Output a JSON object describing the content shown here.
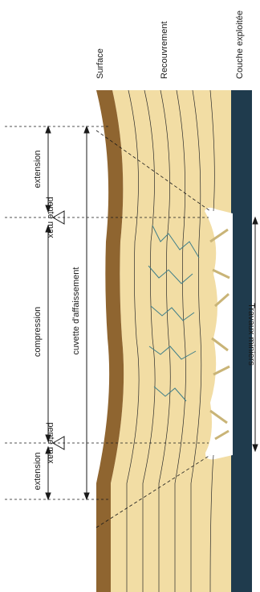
{
  "labels": {
    "surface": "Surface",
    "recouvrement": "Recouvrement",
    "couche": "Couche exploitée",
    "extension_top": "extension",
    "pente_top": "pente max",
    "compression": "compression",
    "cuvette": "cuvette d'affaissement",
    "pente_bottom": "pente max",
    "extension_bottom": "extension",
    "travaux": "Travaux miniers"
  },
  "colors": {
    "surface": "#8f6530",
    "overburden": "#f2dda4",
    "seam": "#1f3b4d",
    "goaf": "#ffffff",
    "fracture": "#3f7f8a",
    "ink": "#1a1a1a"
  }
}
